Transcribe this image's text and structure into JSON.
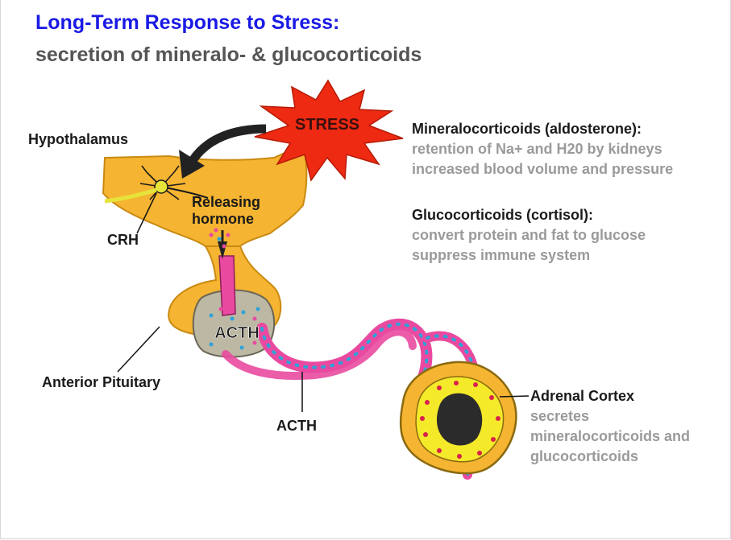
{
  "header": {
    "title": "Long-Term Response to Stress:",
    "subtitle": "secretion of mineralo- & glucocorticoids"
  },
  "diagram": {
    "stress_label": "STRESS",
    "hypothalamus_label": "Hypothalamus",
    "crh_label": "CRH",
    "releasing_hormone_line1": "Releasing",
    "releasing_hormone_line2": "hormone",
    "acth_gland_label": "ACTH",
    "anterior_pituitary_label": "Anterior Pituitary",
    "acth_vessel_label": "ACTH",
    "adrenal_cortex_label": "Adrenal Cortex",
    "adrenal_lines": [
      "secretes",
      "mineralocorticoids and",
      "glucocorticoids"
    ]
  },
  "info": {
    "mineralocorticoids": {
      "heading": "Mineralocorticoids (aldosterone):",
      "lines": [
        "retention of Na+ and H20 by kidneys",
        "increased blood volume and pressure"
      ]
    },
    "glucocorticoids": {
      "heading": "Glucocorticoids (cortisol):",
      "lines": [
        "convert protein and fat to glucose",
        "suppress immune system"
      ]
    }
  },
  "colors": {
    "title": "#1a1ae6",
    "subtitle": "#555555",
    "gland_orange": "#f5b431",
    "starburst_red": "#ee2a12",
    "vessel_pink": "#e94aa0",
    "dot_blue": "#2ea3d9",
    "pituitary_grey": "#bdb8a3",
    "adrenal_yellow": "#f4ea2a"
  }
}
